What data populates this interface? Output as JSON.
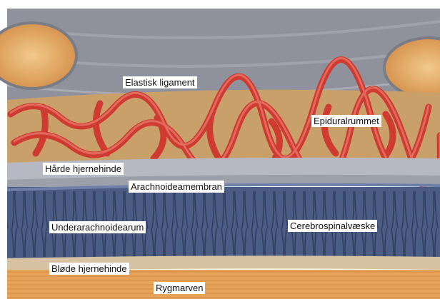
{
  "labels": {
    "elastic_ligament": "Elastisk ligament",
    "epidural_space": "Epiduralrummet",
    "dura_mater": "Hårde hjernehinde",
    "arachnoid_membrane": "Arachnoideamembran",
    "subarachnoid_space": "Underarachnoidearum",
    "cerebrospinal_fluid": "Cerebrospinalvæske",
    "pia_mater": "Bløde hjernehinde",
    "spinal_cord": "Rygmarven"
  },
  "colors": {
    "ligament": "#8e9099",
    "bone": "#e2a35a",
    "fat": "#c9a06a",
    "vessel": "#d2362f",
    "dura": "#b9bcc6",
    "subarachnoid": "#4d5f86",
    "pia": "#d9c6a8",
    "cord": "#e9a45a"
  }
}
